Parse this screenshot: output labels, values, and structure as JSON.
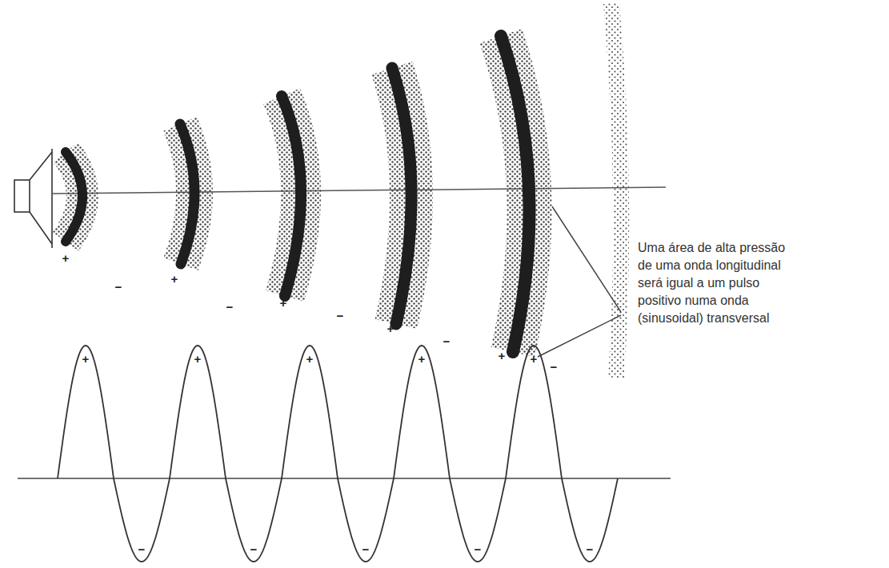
{
  "diagram": {
    "labels": [
      "+",
      "−",
      "+",
      "−",
      "+",
      "−",
      "+",
      "−",
      "+",
      "−",
      "Uma área de alta pressão de uma onda longitudinal será igual a um pulso positivo numa onda (sinusoidal) transversal",
      "+",
      "−",
      "+",
      "−",
      "+",
      "−",
      "+",
      "−",
      "+",
      "−"
    ]
  }
}
